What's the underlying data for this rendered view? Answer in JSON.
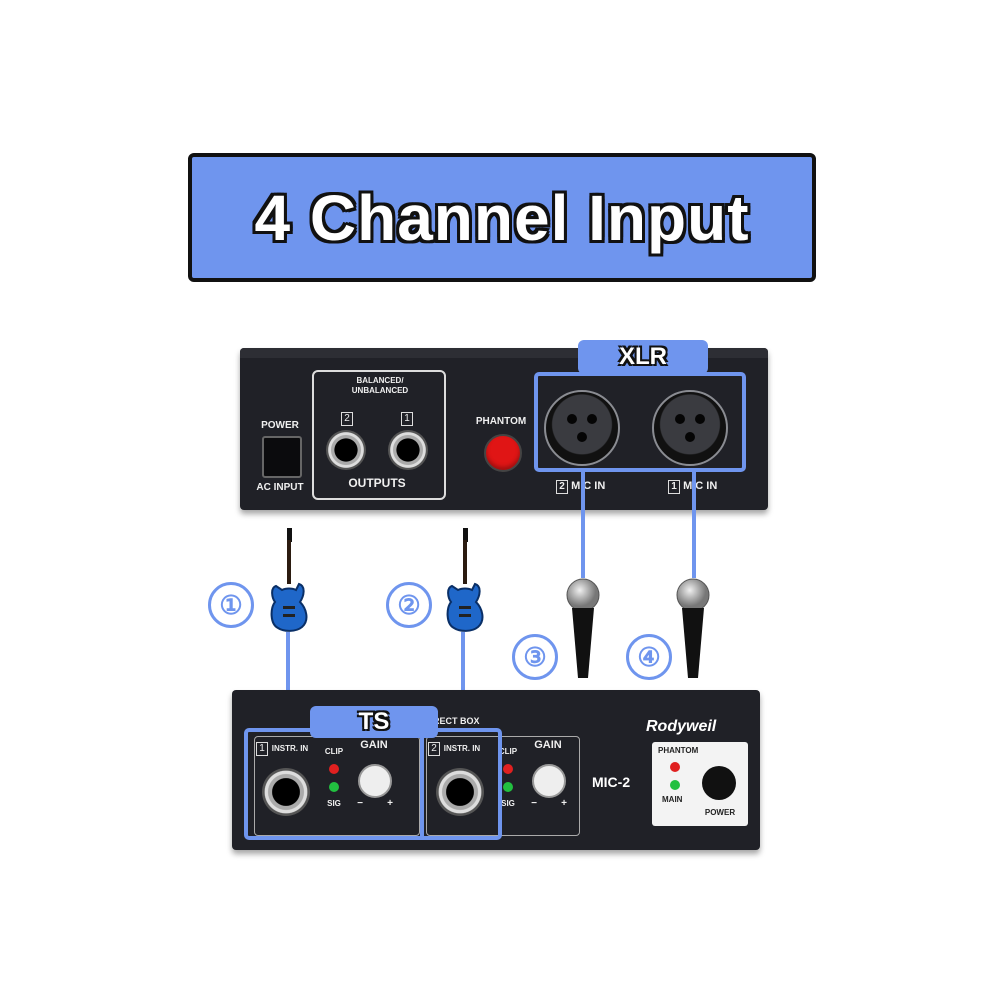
{
  "banner": {
    "title": "4 Channel Input"
  },
  "rear_panel": {
    "power_label": "POWER",
    "ac_input_label": "AC INPUT",
    "balanced_label": "BALANCED/ UNBALANCED",
    "outputs_label": "OUTPUTS",
    "output_num_left": "2",
    "output_num_right": "1",
    "phantom_label": "PHANTOM",
    "xlr_tag": "XLR",
    "mic_in_left_num": "2",
    "mic_in_right_num": "1",
    "mic_in_label": "MIC IN"
  },
  "front_panel": {
    "brand": "Rodyweil",
    "model": "MIC-2",
    "ts_tag": "TS",
    "direct_box_label": "DIRECT BOX",
    "ch1_num": "1",
    "ch2_num": "2",
    "instr_in_label": "INSTR. IN",
    "clip_label": "CLIP",
    "sig_label": "SIG",
    "gain_label": "GAIN",
    "minus": "−",
    "plus": "+",
    "phantom_label": "PHANTOM",
    "main_label": "MAIN",
    "power_label": "POWER"
  },
  "channels": {
    "c1": "①",
    "c2": "②",
    "c3": "③",
    "c4": "④"
  },
  "colors": {
    "accent": "#6f95ee",
    "chassis": "#202127",
    "phantom_button": "#e01515"
  },
  "icons": [
    "guitar-icon",
    "microphone-icon"
  ]
}
